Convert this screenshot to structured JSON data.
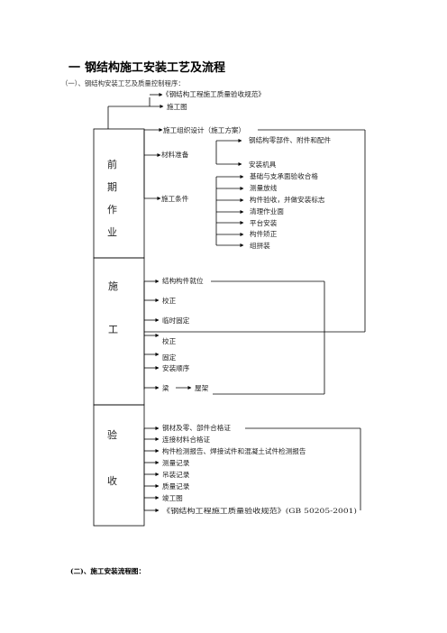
{
  "doc": {
    "title_prefix": "一",
    "title": "钢结构施工安装工艺及流程",
    "subtitle": "（一）、钢结构安装工艺及质量控制程序：",
    "section2": "(二)、施工安装流程图："
  },
  "top": {
    "spec": "《钢结构工程施工质量验收规范》",
    "drawing": "施工图"
  },
  "prep": {
    "stage_chars": [
      "前",
      "期",
      "作",
      "业"
    ],
    "org_design": "施工组织设计（施工方案）",
    "material": "材料准备",
    "material_items": [
      "钢结构零部件、附件和配件",
      "安装机具"
    ],
    "conditions": "施工条件",
    "condition_items": [
      "基础与支承面验收合格",
      "测量放线",
      "构件验收，并做安装标志",
      "清理作业面",
      "平台安装",
      "构件矫正",
      "组拼装"
    ]
  },
  "build": {
    "stage_chars": [
      "施",
      "工"
    ],
    "items": [
      "结构构件就位",
      "校正",
      "临时固定",
      "校正",
      "固定",
      "安装顺序",
      "梁",
      "屋架"
    ]
  },
  "accept": {
    "stage_chars": [
      "验",
      "收"
    ],
    "items": [
      "钢材及零、部件合格证",
      "连接材料合格证",
      "构件检测报告、焊接试件和混凝土试件检测报告",
      "测量记录",
      "吊装记录",
      "质量记录",
      "竣工图",
      "《钢结构工程施工质量验收规范》(GB 50205-2001)"
    ]
  }
}
